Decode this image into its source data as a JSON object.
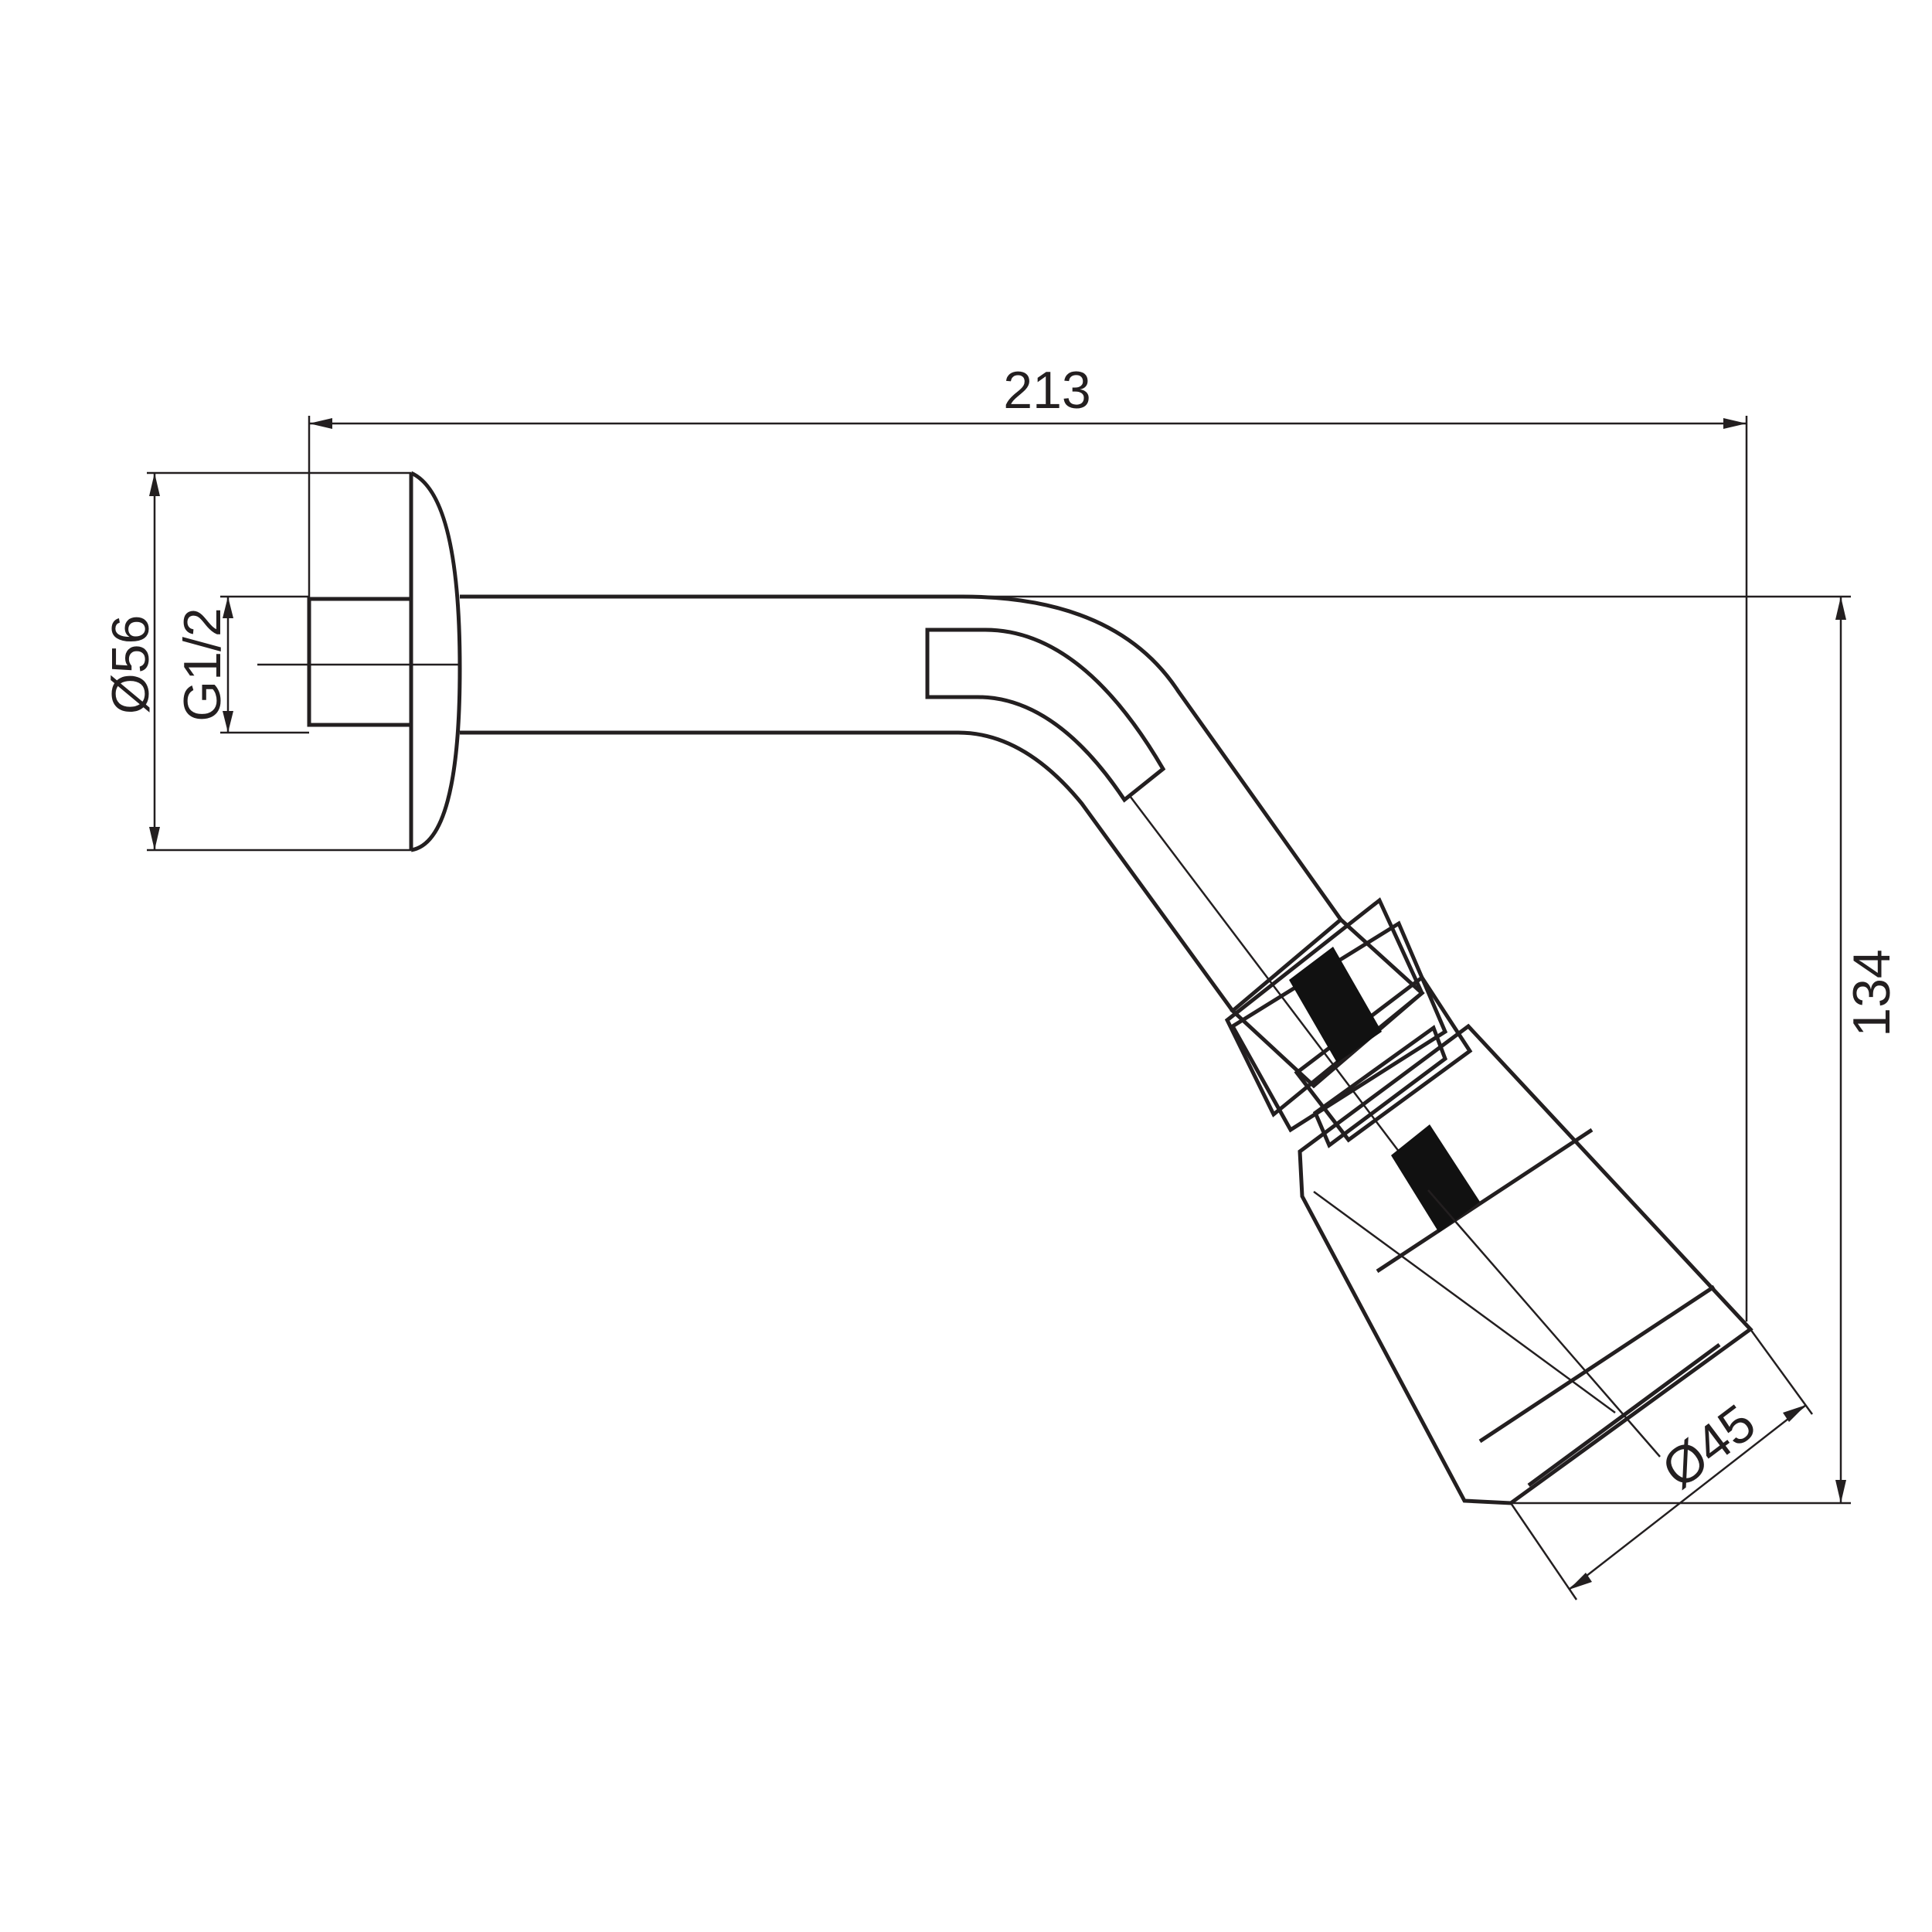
{
  "dimensions": {
    "overall_length": "213",
    "overall_height": "134",
    "flange_diameter": "Ø56",
    "thread_size": "G1/2",
    "head_diameter": "Ø45"
  },
  "colors": {
    "line": "#231f20",
    "fill_dark": "#111111",
    "background": "#ffffff"
  }
}
